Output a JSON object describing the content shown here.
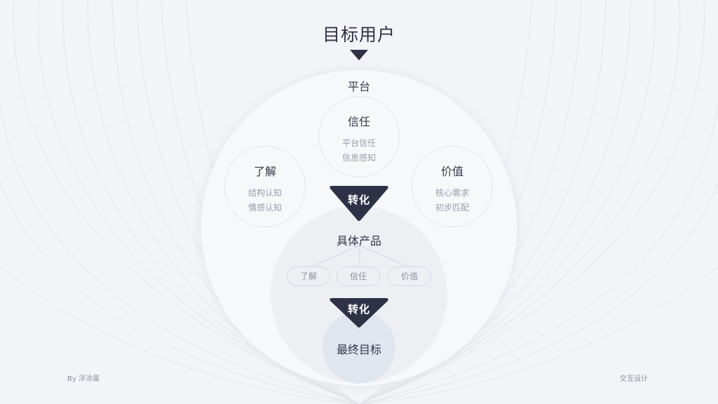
{
  "title": "目标用户",
  "platform": {
    "label": "平台",
    "factors": [
      {
        "title": "信任",
        "lines": [
          "平台信任",
          "信息感知"
        ]
      },
      {
        "title": "了解",
        "lines": [
          "结构认知",
          "情感认知"
        ]
      },
      {
        "title": "价值",
        "lines": [
          "核心需求",
          "初步匹配"
        ]
      }
    ]
  },
  "conversion_label": "转化",
  "product": {
    "label": "具体产品",
    "pills": [
      "了解",
      "信任",
      "价值"
    ]
  },
  "final_goal": "最终目标",
  "footer": {
    "author": "By 浮涂蛋",
    "category": "交互设计"
  },
  "colors": {
    "background": "#f3f4f7",
    "accent_dark": "#2f3247",
    "outer_circle": "#f7f8fa",
    "product_circle": "#edeff3",
    "final_circle": "#e1e5ee"
  }
}
